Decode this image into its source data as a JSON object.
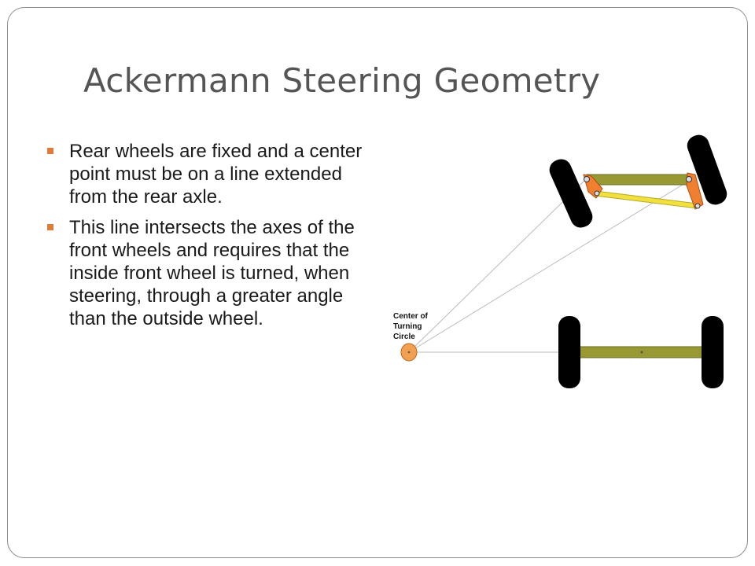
{
  "slide": {
    "title": "Ackermann Steering Geometry",
    "bullets": [
      "Rear wheels are fixed and a center point must be on a line extended from the rear axle.",
      "This line intersects the axes of the front wheels and requires that the inside front wheel is turned, when steering, through a greater angle than the outside wheel."
    ],
    "bullet_marker_color": "#e07b39"
  },
  "diagram": {
    "label_lines": [
      "Center of",
      "Turning",
      "Circle"
    ],
    "colors": {
      "tire": "#000000",
      "axle": "#999933",
      "steering_arm": "#f08030",
      "tie_rod": "#f0e040",
      "center_circle": "#f0a050",
      "construction_line": "#bbbbbb"
    }
  }
}
